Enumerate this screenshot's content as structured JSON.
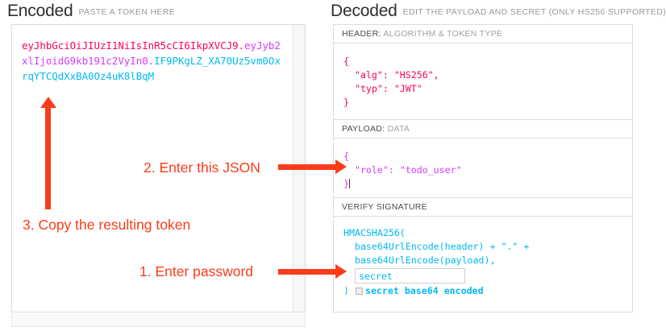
{
  "encoded": {
    "title": "Encoded",
    "subtitle": "PASTE A TOKEN HERE",
    "token_header": "eyJhbGciOiJIUzI1NiIsInR5cCI6IkpXVCJ9",
    "token_dot1": ".",
    "token_payload": "eyJyb2xlIjoidG9kb191c2VyIn0",
    "token_dot2": ".",
    "token_signature": "IF9PKgLZ_XA70Uz5vm0OxrqYTCQdXxBA0Oz4uK8lBqM",
    "colors": {
      "header": "#fb015b",
      "payload": "#d63aff",
      "signature": "#00b9f1"
    }
  },
  "decoded": {
    "title": "Decoded",
    "subtitle": "EDIT THE PAYLOAD AND SECRET (ONLY HS256 SUPPORTED)",
    "header_section": {
      "label_strong": "HEADER:",
      "label_weak": "ALGORITHM & TOKEN TYPE",
      "body": "{\n  \"alg\": \"HS256\",\n  \"typ\": \"JWT\"\n}"
    },
    "payload_section": {
      "label_strong": "PAYLOAD:",
      "label_weak": "DATA",
      "body": "{\n  \"role\": \"todo_user\"\n}"
    },
    "signature_section": {
      "label_strong": "VERIFY SIGNATURE",
      "label_weak": "",
      "line1": "HMACSHA256(",
      "line2": "  base64UrlEncode(header) + \".\" +",
      "line3": "  base64UrlEncode(payload),",
      "secret_value": "secret",
      "secret_placeholder": "secret",
      "closing_paren": ")",
      "base64_label": "secret base64 encoded",
      "base64_checked": false
    }
  },
  "annotations": {
    "step1": "1. Enter password",
    "step2": "2. Enter this JSON",
    "step3": "3. Copy the resulting token",
    "color": "#fc3b1b"
  }
}
